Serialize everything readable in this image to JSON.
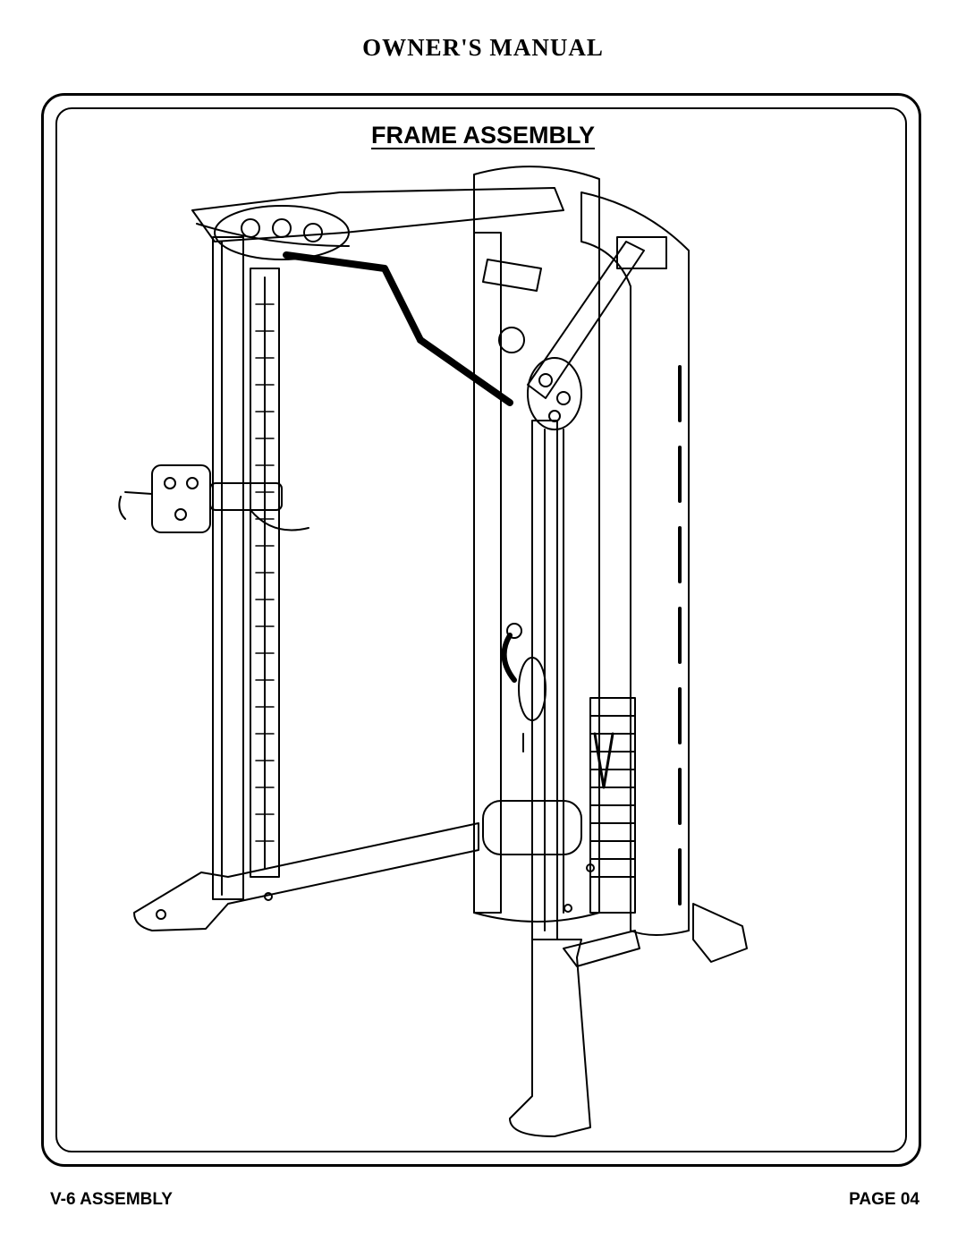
{
  "header": {
    "manual_title": "OWNER'S MANUAL"
  },
  "section": {
    "title": "FRAME ASSEMBLY"
  },
  "illustration": {
    "subject": "functional-trainer-frame"
  },
  "footer": {
    "model": "V-6 ASSEMBLY",
    "page": "PAGE 04"
  }
}
